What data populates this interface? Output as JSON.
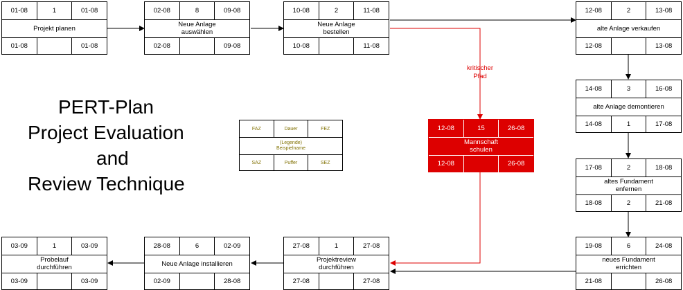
{
  "title": {
    "line1": "PERT-Plan",
    "line2": "Project Evaluation",
    "line3": "and",
    "line4": "Review Technique"
  },
  "critical_label": {
    "line1": "kritischer",
    "line2": "Pfad"
  },
  "legend": {
    "faz": "FAZ",
    "dauer": "Dauer",
    "fez": "FEZ",
    "line1": "(Legende)",
    "line2": "Beispielname",
    "saz": "SAZ",
    "puffer": "Puffer",
    "sez": "SEZ"
  },
  "colors": {
    "critical": "#dd0000",
    "normal_arrow": "#000000"
  },
  "nodes": {
    "projekt_planen": {
      "faz": "01-08",
      "dauer": "1",
      "fez": "01-08",
      "name": "Projekt planen",
      "name2": "",
      "saz": "01-08",
      "puffer": "",
      "sez": "01-08"
    },
    "neue_anlage_auswaehlen": {
      "faz": "02-08",
      "dauer": "8",
      "fez": "09-08",
      "name": "Neue Anlage",
      "name2": "auswählen",
      "saz": "02-08",
      "puffer": "",
      "sez": "09-08"
    },
    "neue_anlage_bestellen": {
      "faz": "10-08",
      "dauer": "2",
      "fez": "11-08",
      "name": "Neue Anlage",
      "name2": "bestellen",
      "saz": "10-08",
      "puffer": "",
      "sez": "11-08"
    },
    "alte_anlage_verkaufen": {
      "faz": "12-08",
      "dauer": "2",
      "fez": "13-08",
      "name": "alte Anlage verkaufen",
      "name2": "",
      "saz": "12-08",
      "puffer": "",
      "sez": "13-08"
    },
    "alte_anlage_demontieren": {
      "faz": "14-08",
      "dauer": "3",
      "fez": "16-08",
      "name": "alte Anlage demontieren",
      "name2": "",
      "saz": "14-08",
      "puffer": "1",
      "sez": "17-08"
    },
    "altes_fundament": {
      "faz": "17-08",
      "dauer": "2",
      "fez": "18-08",
      "name": "altes Fundament",
      "name2": "enfernen",
      "saz": "18-08",
      "puffer": "2",
      "sez": "21-08"
    },
    "neues_fundament": {
      "faz": "19-08",
      "dauer": "6",
      "fez": "24-08",
      "name": "neues Fundament",
      "name2": "errichten",
      "saz": "21-08",
      "puffer": "",
      "sez": "26-08"
    },
    "mannschaft_schulen": {
      "faz": "12-08",
      "dauer": "15",
      "fez": "26-08",
      "name": "Mannschaft",
      "name2": "schulen",
      "saz": "12-08",
      "puffer": "",
      "sez": "26-08"
    },
    "projektreview": {
      "faz": "27-08",
      "dauer": "1",
      "fez": "27-08",
      "name": "Projektreview",
      "name2": "durchführen",
      "saz": "27-08",
      "puffer": "",
      "sez": "27-08"
    },
    "neue_anlage_installieren": {
      "faz": "28-08",
      "dauer": "6",
      "fez": "02-09",
      "name": "Neue Anlage installieren",
      "name2": "",
      "saz": "02-09",
      "puffer": "",
      "sez": "28-08"
    },
    "probelauf": {
      "faz": "03-09",
      "dauer": "1",
      "fez": "03-09",
      "name": "Probelauf",
      "name2": "durchführen",
      "saz": "03-09",
      "puffer": "",
      "sez": "03-09"
    }
  }
}
